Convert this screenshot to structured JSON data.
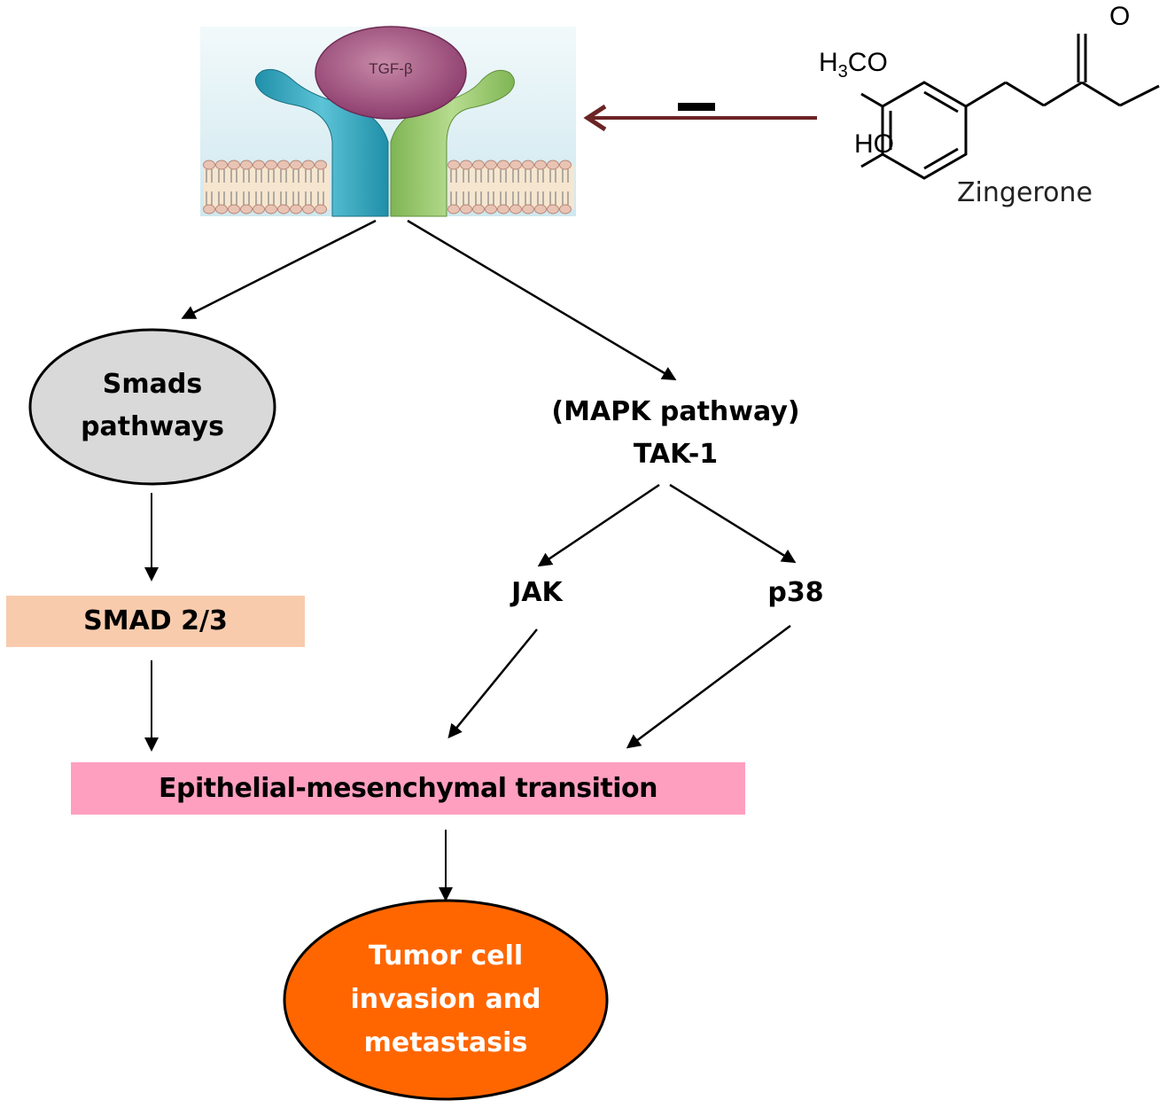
{
  "receptor": {
    "ligand_label": "TGF-β",
    "colors": {
      "ligand": "#8e3e6e",
      "left_chain": "#2a9fb8",
      "right_chain": "#8cbf5e",
      "background": "#d9eef3"
    }
  },
  "inhibitor": {
    "symbol": "−",
    "arrow_color": "#6b2424",
    "compound": {
      "name": "Zingerone",
      "substituents": {
        "methoxy_H": "H",
        "methoxy_sub": "3",
        "methoxy_CO": "CO",
        "hydroxyl": "HO",
        "carbonyl_O": "O"
      }
    }
  },
  "nodes": {
    "smads": {
      "line1": "Smads",
      "line2": "pathways",
      "fill": "#d9d9d9"
    },
    "mapk": {
      "line1": "(MAPK pathway)",
      "line2": "TAK-1"
    },
    "smad23": {
      "label": "SMAD 2/3",
      "fill": "#f8cbad"
    },
    "jak": {
      "label": "JAK"
    },
    "p38": {
      "label": "p38"
    },
    "emt": {
      "label": "Epithelial-mesenchymal transition",
      "fill": "#ff9fc0"
    },
    "tumor": {
      "line1": "Tumor cell",
      "line2": "invasion and",
      "line3": "metastasis",
      "fill": "#ff6600"
    }
  },
  "edges": [
    {
      "from": "receptor",
      "to": "smads"
    },
    {
      "from": "receptor",
      "to": "mapk"
    },
    {
      "from": "smads",
      "to": "smad23"
    },
    {
      "from": "smad23",
      "to": "emt"
    },
    {
      "from": "mapk",
      "to": "jak"
    },
    {
      "from": "mapk",
      "to": "p38"
    },
    {
      "from": "jak",
      "to": "emt"
    },
    {
      "from": "p38",
      "to": "emt"
    },
    {
      "from": "emt",
      "to": "tumor"
    },
    {
      "from": "zingerone",
      "to": "receptor",
      "type": "inhibition"
    }
  ]
}
